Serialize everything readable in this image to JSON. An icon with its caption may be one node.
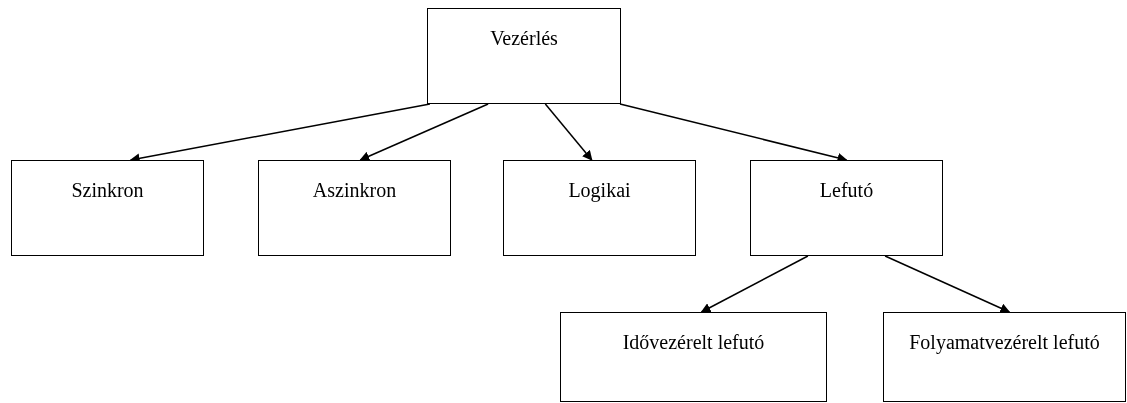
{
  "diagram": {
    "nodes": [
      {
        "text": [
          "Vezérlés"
        ]
      },
      {
        "text": [
          "Szinkron"
        ]
      },
      {
        "text": [
          "Aszinkron"
        ]
      },
      {
        "text": [
          "Logikai"
        ]
      },
      {
        "text": [
          "Lefutó"
        ]
      },
      {
        "text": [
          "Idővezérelt lefutó"
        ]
      },
      {
        "text": [
          "Folyamatvezérelt lefutó"
        ]
      }
    ],
    "edges": [
      {
        "from": 0,
        "to": 1,
        "arrow": "to"
      },
      {
        "from": 0,
        "to": 2,
        "arrow": "to"
      },
      {
        "from": 0,
        "to": 3,
        "arrow": "to"
      },
      {
        "from": 0,
        "to": 4,
        "arrow": "to"
      },
      {
        "from": 4,
        "to": 5,
        "arrow": "to"
      },
      {
        "from": 4,
        "to": 6,
        "arrow": "to"
      }
    ]
  }
}
